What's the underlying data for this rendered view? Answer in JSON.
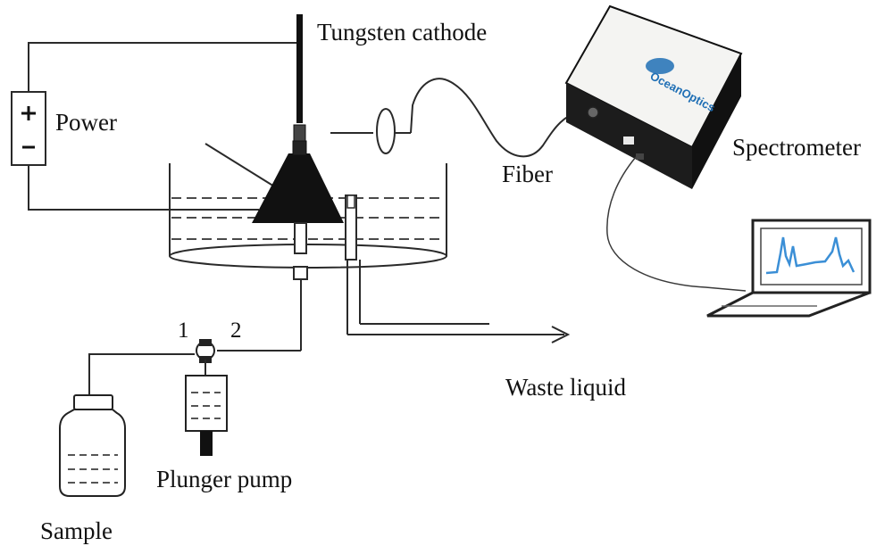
{
  "labels": {
    "tungsten_cathode": "Tungsten cathode",
    "power": "Power",
    "fiber": "Fiber",
    "spectrometer": "Spectrometer",
    "waste_liquid": "Waste liquid",
    "port_1": "1",
    "port_2": "2",
    "plunger_pump": "Plunger pump",
    "sample": "Sample"
  },
  "spectrometer_logo": "OceanOptics",
  "colors": {
    "line": "#2a2a2a",
    "cone": "#111111",
    "spectrometer_body": "#1c1c1c",
    "spectrometer_top": "#f4f4f2",
    "logo": "#1f6fb5",
    "screen_frame": "#222222",
    "screen_trace": "#3b8fd6"
  },
  "icons": {
    "power_supply": "power-supply-box",
    "cathode": "tungsten-rod",
    "anode_cone": "black-cone",
    "lens": "collimating-lens",
    "spectrometer": "spectrometer-box",
    "laptop": "laptop-with-spectrum",
    "valve": "two-way-valve",
    "pump": "plunger-syringe",
    "bottle": "sample-bottle"
  }
}
